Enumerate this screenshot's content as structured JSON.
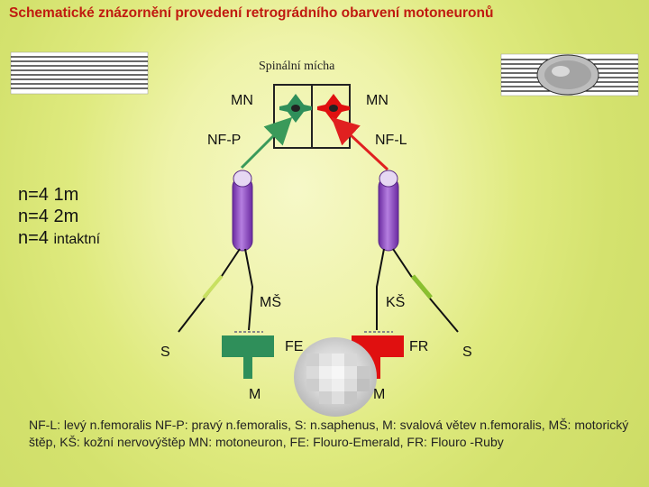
{
  "title": "Schematické znázornění provedení retrográdního obarvení motoneuronů",
  "spinal_cord_label": "Spinální mícha",
  "labels": {
    "mn_left": "MN",
    "mn_right": "MN",
    "nf_p": "NF-P",
    "nf_l": "NF-L",
    "ms": "MŠ",
    "ks": "KŠ",
    "fe": "FE",
    "fr": "FR",
    "s_left": "S",
    "s_right": "S",
    "m_left": "M",
    "m_right": "M"
  },
  "stats": {
    "line1": "n=4 1m",
    "line2": "n=4 2m",
    "line3_prefix": "n=4",
    "line3_suffix": "intaktní"
  },
  "caption": "NF-L: levý n.femoralis NF-P: pravý n.femoralis, S: n.saphenus, M: svalová větev n.femoralis, MŠ: motorický štěp, KŠ: kožní nervovýštěp MN: motoneuron, FE: Flouro-Emerald, FR: Flouro -Ruby",
  "colors": {
    "title": "#c01a10",
    "green_dye": "#2f8f5a",
    "red_dye": "#e01010",
    "nerve": "#8a3fbf",
    "nerve_light": "#c79be6",
    "arrow_green": "#3a9a5a",
    "arrow_red": "#e02020"
  }
}
